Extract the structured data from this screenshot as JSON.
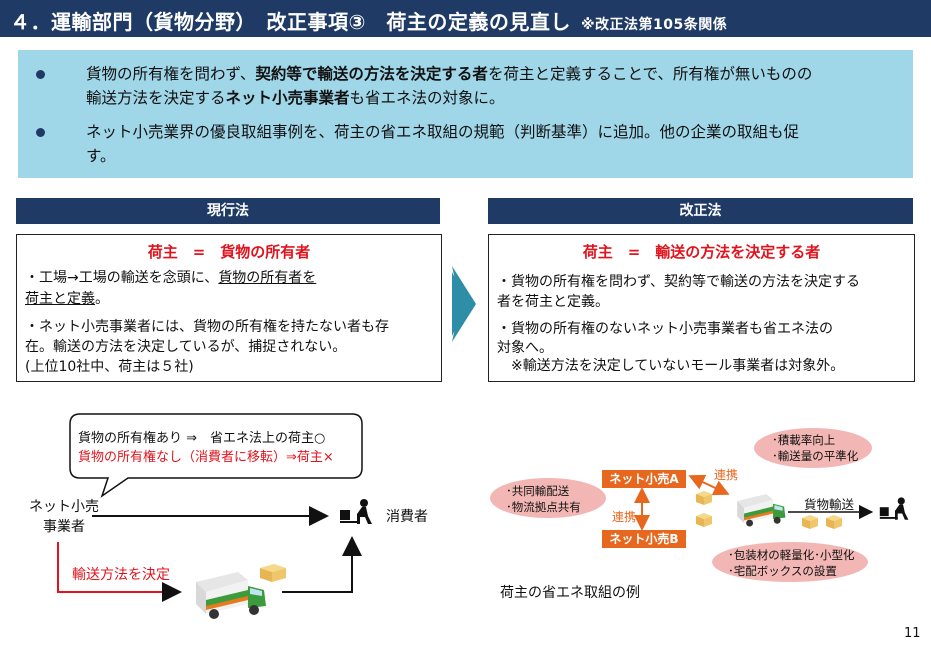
{
  "header": {
    "title": "４．運輸部門（貨物分野）　改正事項③　荷主の定義の見直し",
    "subtitle": "※改正法第105条関係"
  },
  "summary": {
    "bullet1_part1": "貨物の所有権を問わず、",
    "bullet1_bold1": "契約等で輸送の方法を決定する者",
    "bullet1_part2": "を荷主と定義することで、所有権が無いものの",
    "bullet1_part3": "輸送方法を決定する",
    "bullet1_bold2": "ネット小売事業者",
    "bullet1_part4": "も省エネ法の対象に。",
    "bullet2_line1": "ネット小売業界の優良取組事例を、荷主の省エネ取組の規範（判断基準）に追加。他の企業の取組も促",
    "bullet2_line2": "す。"
  },
  "current_law": {
    "header": "現行法",
    "title": "荷主　=　貨物の所有者",
    "line1a": "・工場→工場の輸送を念頭に、",
    "line1b": "貨物の所有者を",
    "line2": "荷主と定義",
    "line2_end": "。",
    "line3": "・ネット小売事業者には、貨物の所有権を持たない者も存",
    "line4": "在。輸送の方法を決定しているが、捕捉されない。",
    "line5": "(上位10社中、荷主は５社)"
  },
  "revised_law": {
    "header": "改正法",
    "title": "荷主　=　輸送の方法を決定する者",
    "line1": "・貨物の所有権を問わず、契約等で輸送の方法を決定する",
    "line2": "者を荷主と定義。",
    "line3": "・貨物の所有権のないネット小売事業者も省エネ法の",
    "line4": "対象へ。",
    "line5": "※輸送方法を決定していないモール事業者は対象外。"
  },
  "left_diagram": {
    "bubble_line1": "貨物の所有権あり ⇒　省エネ法上の荷主○",
    "bubble_line2": "貨物の所有権なし（消費者に移転）⇒荷主×",
    "actor_line1": "ネット小売",
    "actor_line2": "事業者",
    "consumer": "消費者",
    "decide_label": "輸送方法を決定"
  },
  "right_diagram": {
    "tag_a": "ネット小売A",
    "tag_b": "ネット小売B",
    "link1": "連携",
    "link2": "連携",
    "oval_top_1": "･積載率向上",
    "oval_top_2": "･輸送量の平準化",
    "oval_left_1": "･共同輸配送",
    "oval_left_2": "･物流拠点共有",
    "oval_bottom_1": "･包装材の軽量化･小型化",
    "oval_bottom_2": "･宅配ボックスの設置",
    "delivery": "貨物輸送",
    "caption": "荷主の省エネ取組の例"
  },
  "page_number": "11",
  "colors": {
    "navy": "#1f3a64",
    "light_blue": "#9fd6e8",
    "red": "#e1141e",
    "orange": "#e8671e",
    "pink": "#f2b7b4",
    "teal": "#2e8ea8"
  }
}
